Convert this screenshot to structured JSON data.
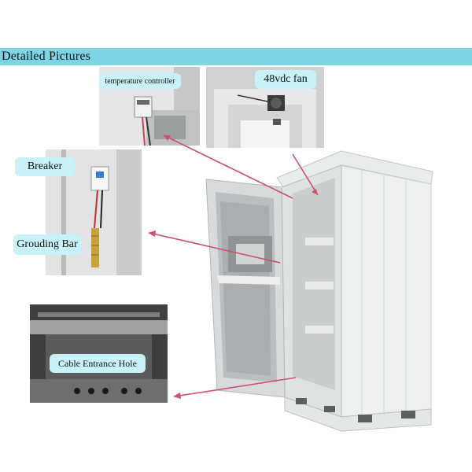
{
  "banner": {
    "title": "Detailed Pictures"
  },
  "callouts": {
    "temperature_controller": "temperature controller",
    "fan": "48vdc fan",
    "breaker": "Breaker",
    "grounding_bar": "Grouding Bar",
    "cable_entrance": "Cable Entrance Hole"
  },
  "colors": {
    "banner": "#7fd3e6",
    "callout": "#c9f1f8",
    "arrow": "#d0506a"
  }
}
